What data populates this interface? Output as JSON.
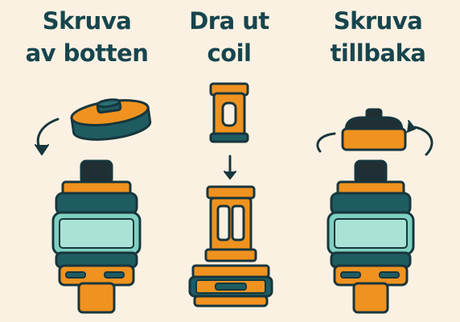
{
  "steps": [
    {
      "title": "Skruva av botten",
      "title_lines": [
        "Skruva",
        "av botten"
      ]
    },
    {
      "title": "Dra ut coil",
      "title_lines": [
        "Dra ut",
        "coil"
      ]
    },
    {
      "title": "Skruva tillbaka",
      "title_lines": [
        "Skruva",
        "tillbaka"
      ]
    }
  ],
  "colors": {
    "background": "#fbf1e2",
    "outline": "#17363d",
    "orange": "#f0921f",
    "teal_dark": "#1f5c62",
    "glass": "#7fd0c0",
    "text": "#17454e"
  }
}
